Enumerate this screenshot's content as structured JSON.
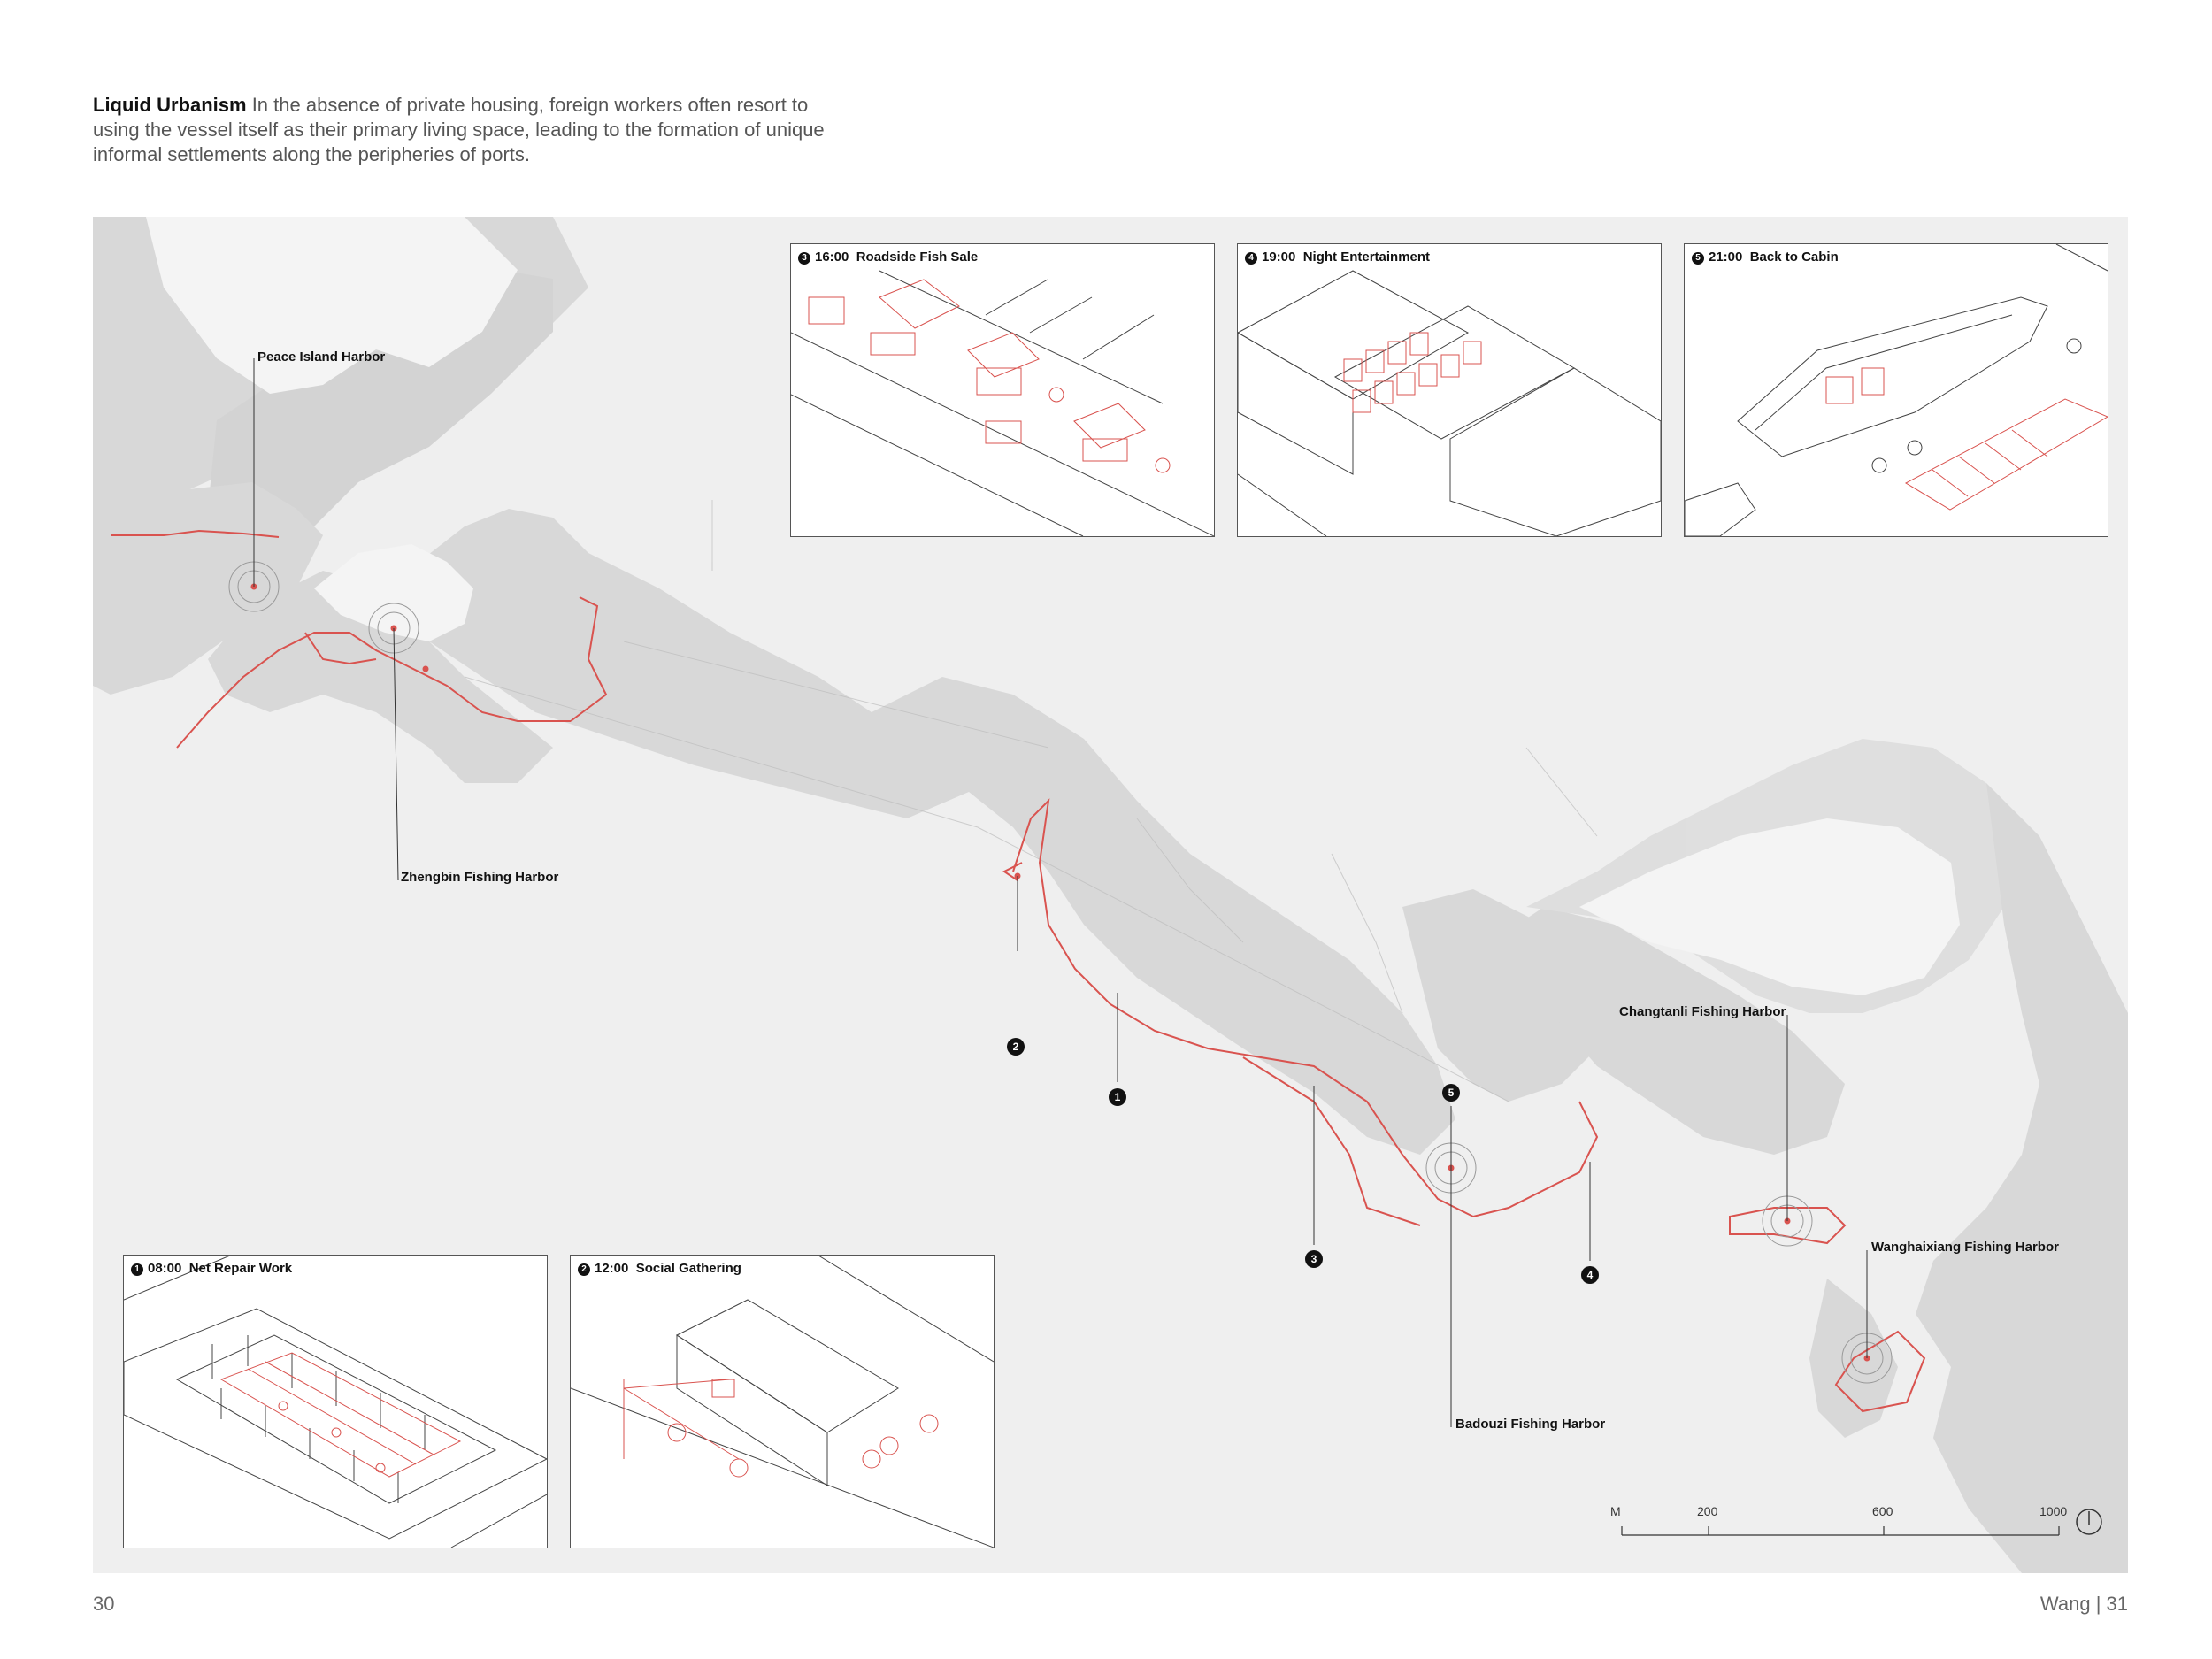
{
  "intro": {
    "title": "Liquid Urbanism",
    "text": "In the absence of private housing, foreign workers often resort to using the vessel itself as their primary living space, leading to the formation of unique informal settlements along the peripheries of ports."
  },
  "harbors": {
    "peace": "Peace Island Harbor",
    "zhengbin": "Zhengbin Fishing Harbor",
    "changtanli": "Changtanli Fishing Harbor",
    "wanghaixiang": "Wanghaixiang Fishing Harbor",
    "badouzi": "Badouzi Fishing Harbor"
  },
  "markers": [
    "1",
    "2",
    "3",
    "4",
    "5"
  ],
  "panels": [
    {
      "num": "1",
      "time": "08:00",
      "title": "Net Repair Work"
    },
    {
      "num": "2",
      "time": "12:00",
      "title": "Social Gathering"
    },
    {
      "num": "3",
      "time": "16:00",
      "title": "Roadside Fish Sale"
    },
    {
      "num": "4",
      "time": "19:00",
      "title": "Night Entertainment"
    },
    {
      "num": "5",
      "time": "21:00",
      "title": "Back to Cabin"
    }
  ],
  "scale_bar": {
    "unit": "M",
    "ticks": [
      "200",
      "600",
      "1000"
    ]
  },
  "footer": {
    "left_page": "30",
    "right_page": "Wang | 31"
  },
  "colors": {
    "route": "#d9534f",
    "land": "#d6d6d6",
    "water": "#efefef"
  },
  "icons": {
    "north": "north-arrow-icon"
  }
}
